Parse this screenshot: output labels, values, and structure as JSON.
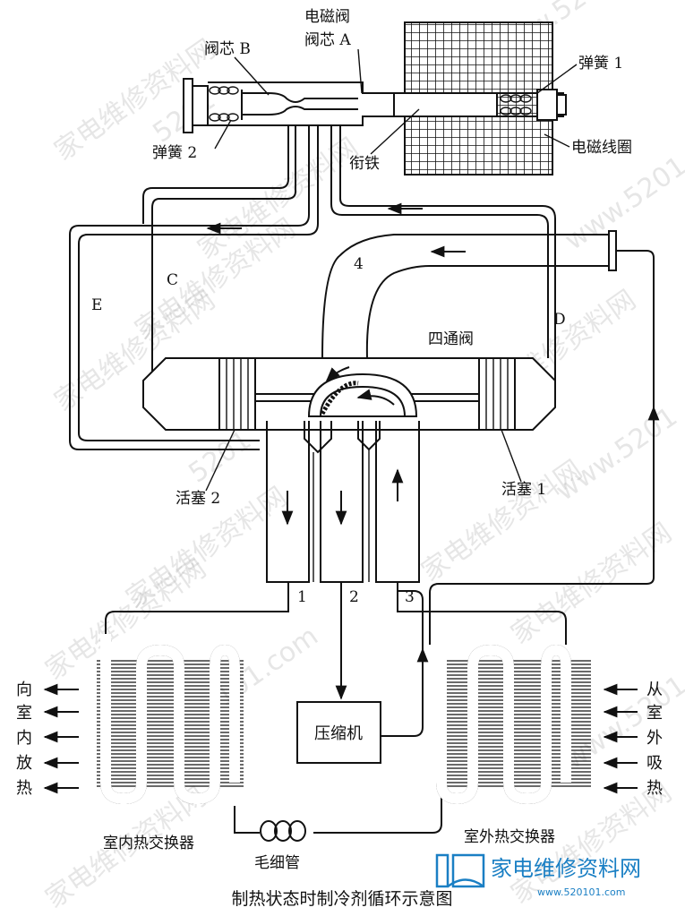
{
  "labels": {
    "solenoid_valve": "电磁阀",
    "valve_core_a": "阀芯 A",
    "valve_core_b": "阀芯 B",
    "spring_1": "弹簧 1",
    "spring_2": "弹簧 2",
    "armature": "衔铁",
    "solenoid_coil": "电磁线圈",
    "port_c": "C",
    "port_d": "D",
    "port_e": "E",
    "port_4": "4",
    "four_way_valve": "四通阀",
    "piston_1": "活塞 1",
    "piston_2": "活塞 2",
    "port_1": "1",
    "port_2": "2",
    "port_3": "3",
    "compressor": "压缩机",
    "indoor_exchanger": "室内热交换器",
    "outdoor_exchanger": "室外热交换器",
    "capillary": "毛细管",
    "indoor_side_text": [
      "向",
      "室",
      "内",
      "放",
      "热"
    ],
    "outdoor_side_text": [
      "从",
      "室",
      "外",
      "吸",
      "热"
    ]
  },
  "caption": "制热状态时制冷剂循环示意图",
  "watermarks": [
    "家电维修资料网",
    "www.5201",
    "5201",
    "www.5201",
    "家电维修资料网",
    "家电维修资料网",
    "家电维修资料网",
    "www.5201",
    "5201",
    "家电维修资料网",
    "www.5201",
    "101.com",
    "家电维修资料网",
    "家电维修资料网",
    "家电维修资料网",
    "家电维修资料网",
    "家电维修资料网",
    "家电维修资料网"
  ],
  "logo": {
    "name": "家电维修资料网",
    "url": "www.520101.com"
  },
  "colors": {
    "line": "#111111",
    "logo": "#1a7fc4"
  }
}
